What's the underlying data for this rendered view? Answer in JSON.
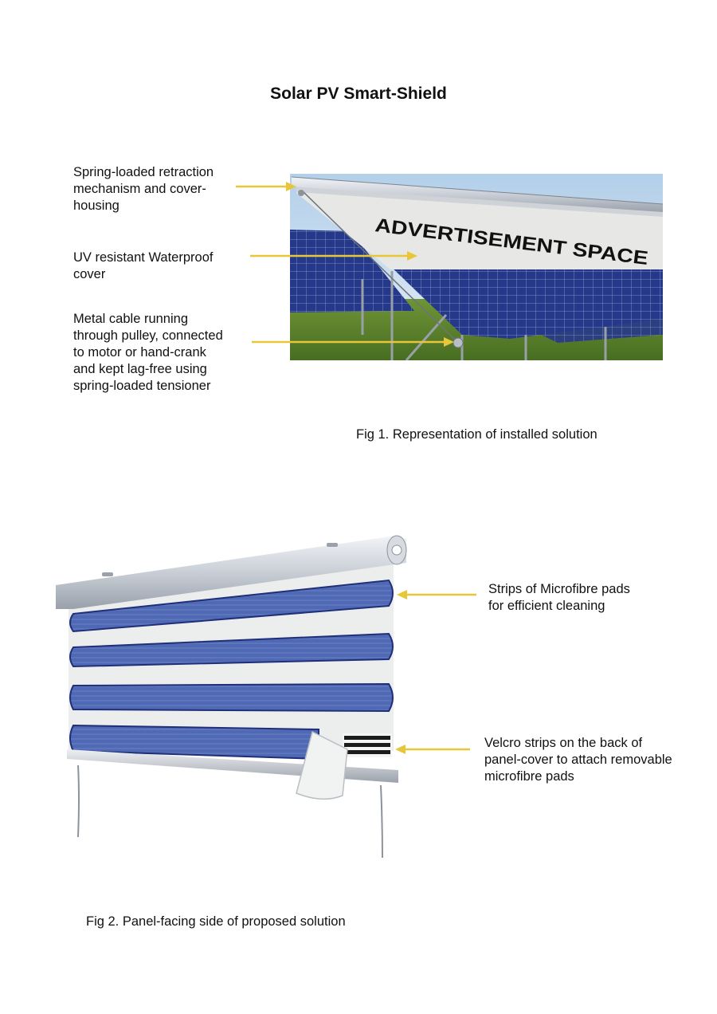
{
  "title": "Solar PV Smart-Shield",
  "fig1": {
    "labels": [
      {
        "lines": [
          "Spring-loaded retraction",
          "mechanism and cover-",
          "housing"
        ]
      },
      {
        "lines": [
          "UV resistant Waterproof",
          "cover"
        ]
      },
      {
        "lines": [
          "Metal cable running",
          "through pulley, connected",
          "to motor or hand-crank",
          "and kept lag-free using",
          "spring-loaded tensioner"
        ]
      }
    ],
    "advert_text": "ADVERTISEMENT SPACE",
    "caption": "Fig 1. Representation of installed solution"
  },
  "fig2": {
    "labels": [
      {
        "lines": [
          "Strips of Microfibre pads",
          "for efficient cleaning"
        ]
      },
      {
        "lines": [
          "Velcro strips on the back of",
          "panel-cover to attach removable",
          "microfibre pads"
        ]
      }
    ],
    "caption": "Fig 2. Panel-facing side of proposed solution"
  },
  "colors": {
    "arrow": "#e8c63a",
    "panel_blue": "#2a3f8f",
    "pad_blue": "#4a63b0",
    "grass": "#5b7f2e",
    "sky": "#c7dcef",
    "cover": "#e7e8e6"
  }
}
